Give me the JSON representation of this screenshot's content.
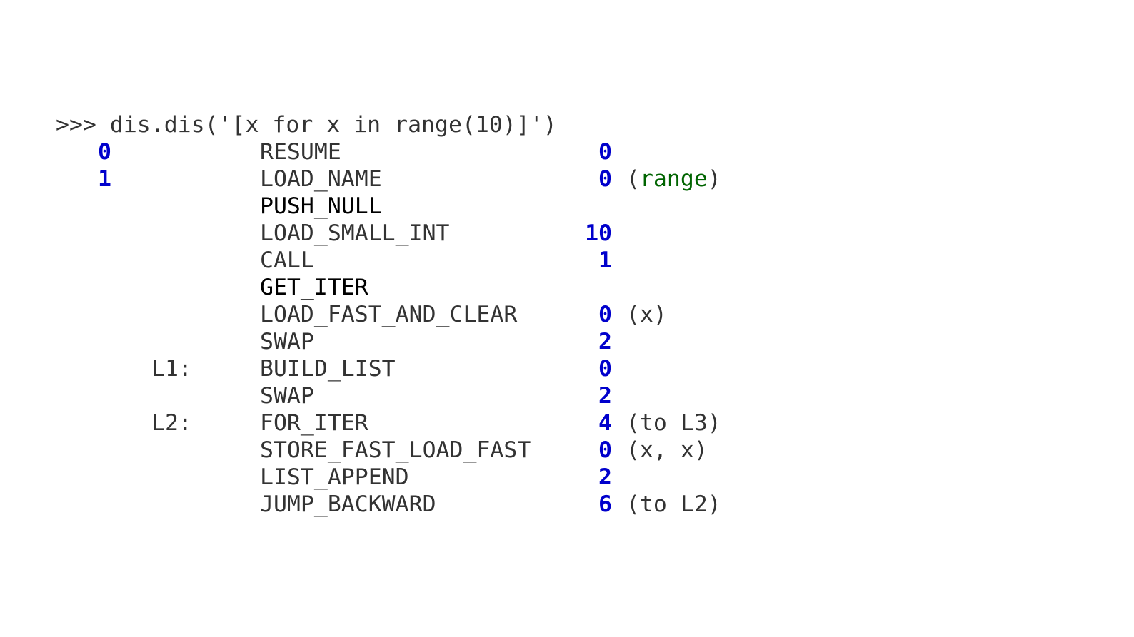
{
  "prompt": ">>> dis.dis('[x for x in range(10)]')",
  "colors": {
    "text": "#333333",
    "number": "#0000cc",
    "name_highlight": "#006400"
  },
  "rows": [
    {
      "lineno": "0",
      "label": "",
      "opname": "RESUME",
      "arg": "0",
      "argrepr_pre": "",
      "argrepr_name": "",
      "argrepr_post": ""
    },
    {
      "lineno": "1",
      "label": "",
      "opname": "LOAD_NAME",
      "arg": "0",
      "argrepr_pre": "(",
      "argrepr_name": "range",
      "argrepr_post": ")"
    },
    {
      "lineno": "",
      "label": "",
      "opname": "PUSH_NULL",
      "arg": "",
      "argrepr_pre": "",
      "argrepr_name": "",
      "argrepr_post": ""
    },
    {
      "lineno": "",
      "label": "",
      "opname": "LOAD_SMALL_INT",
      "arg": "10",
      "argrepr_pre": "",
      "argrepr_name": "",
      "argrepr_post": ""
    },
    {
      "lineno": "",
      "label": "",
      "opname": "CALL",
      "arg": "1",
      "argrepr_pre": "",
      "argrepr_name": "",
      "argrepr_post": ""
    },
    {
      "lineno": "",
      "label": "",
      "opname": "GET_ITER",
      "arg": "",
      "argrepr_pre": "",
      "argrepr_name": "",
      "argrepr_post": ""
    },
    {
      "lineno": "",
      "label": "",
      "opname": "LOAD_FAST_AND_CLEAR",
      "arg": "0",
      "argrepr_pre": "(x)",
      "argrepr_name": "",
      "argrepr_post": ""
    },
    {
      "lineno": "",
      "label": "",
      "opname": "SWAP",
      "arg": "2",
      "argrepr_pre": "",
      "argrepr_name": "",
      "argrepr_post": ""
    },
    {
      "lineno": "",
      "label": "L1:",
      "opname": "BUILD_LIST",
      "arg": "0",
      "argrepr_pre": "",
      "argrepr_name": "",
      "argrepr_post": ""
    },
    {
      "lineno": "",
      "label": "",
      "opname": "SWAP",
      "arg": "2",
      "argrepr_pre": "",
      "argrepr_name": "",
      "argrepr_post": ""
    },
    {
      "lineno": "",
      "label": "L2:",
      "opname": "FOR_ITER",
      "arg": "4",
      "argrepr_pre": "(to L3)",
      "argrepr_name": "",
      "argrepr_post": ""
    },
    {
      "lineno": "",
      "label": "",
      "opname": "STORE_FAST_LOAD_FAST",
      "arg": "0",
      "argrepr_pre": "(x, x)",
      "argrepr_name": "",
      "argrepr_post": ""
    },
    {
      "lineno": "",
      "label": "",
      "opname": "LIST_APPEND",
      "arg": "2",
      "argrepr_pre": "",
      "argrepr_name": "",
      "argrepr_post": ""
    },
    {
      "lineno": "",
      "label": "",
      "opname": "JUMP_BACKWARD",
      "arg": "6",
      "argrepr_pre": "(to L2)",
      "argrepr_name": "",
      "argrepr_post": ""
    }
  ]
}
